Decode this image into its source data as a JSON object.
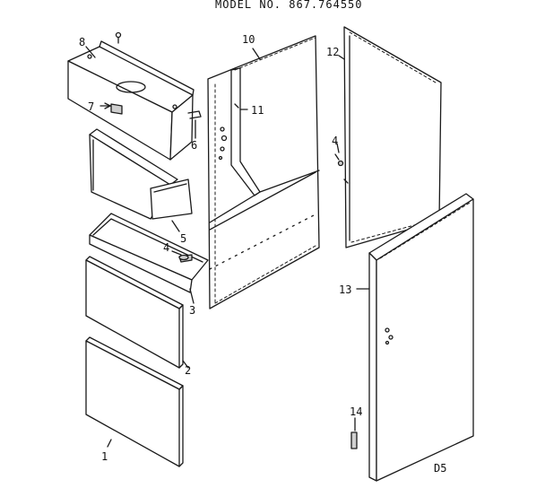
{
  "header": {
    "model_text": "MODEL NO. 867.764550"
  },
  "callouts": {
    "c1": "1",
    "c2": "2",
    "c3": "3",
    "c4a": "4",
    "c4b": "4",
    "c5": "5",
    "c6": "6",
    "c7": "7",
    "c8": "8",
    "c10": "10",
    "c11": "11",
    "c12": "12",
    "c13": "13",
    "c14": "14"
  },
  "footer": {
    "code": "D5"
  }
}
